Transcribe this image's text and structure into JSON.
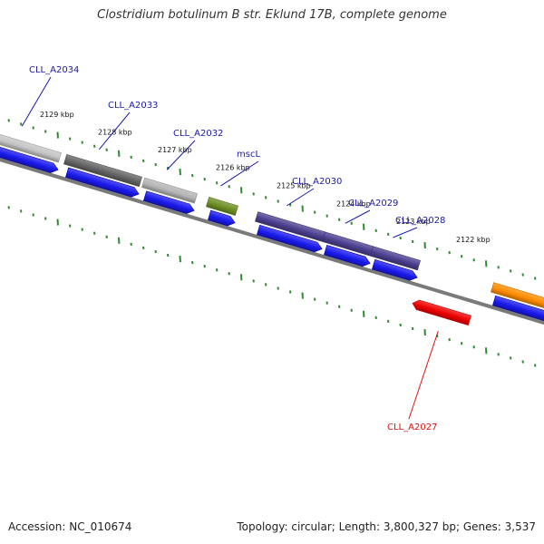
{
  "title": "Clostridium botulinum B str. Eklund 17B, complete genome",
  "accession": {
    "label": "Accession:",
    "value": "NC_010674"
  },
  "summary": "Topology: circular; Length: 3,800,327 bp; Genes: 3,537",
  "colors": {
    "backbone": "#7a7a7a",
    "tick": "#2e8b2e",
    "cds": "#1a1aee",
    "label_forward": "#1a1aaa",
    "label_reverse": "#dd1111"
  },
  "ticks": [
    "2129 kbp",
    "2128 kbp",
    "2127 kbp",
    "2126 kbp",
    "2125 kbp",
    "2124 kbp",
    "2123 kbp",
    "2122 kbp"
  ],
  "genes": [
    {
      "id": "CLL_A2034",
      "label": "CLL_A2034",
      "strand": "forward",
      "color": "#c4c4c4"
    },
    {
      "id": "CLL_A2033",
      "label": "CLL_A2033",
      "strand": "forward",
      "color": "#646464"
    },
    {
      "id": "CLL_A2032",
      "label": "CLL_A2032",
      "strand": "forward",
      "color": "#b4b4b4"
    },
    {
      "id": "mscL",
      "label": "mscL",
      "strand": "forward",
      "color": "#6b8e23"
    },
    {
      "id": "CLL_A2030",
      "label": "CLL_A2030",
      "strand": "forward",
      "color": "#4b3f8f"
    },
    {
      "id": "CLL_A2029",
      "label": "CLL_A2029",
      "strand": "forward",
      "color": "#4b3f8f"
    },
    {
      "id": "CLL_A2028",
      "label": "CLL_A2028",
      "strand": "forward",
      "color": "#4b3f8f"
    },
    {
      "id": "CLL_A2027",
      "label": "CLL_A2027",
      "strand": "reverse",
      "color": "#ee0000"
    },
    {
      "id": "unlabeled-orange",
      "label": "",
      "strand": "forward",
      "color": "#ff8c00"
    }
  ]
}
